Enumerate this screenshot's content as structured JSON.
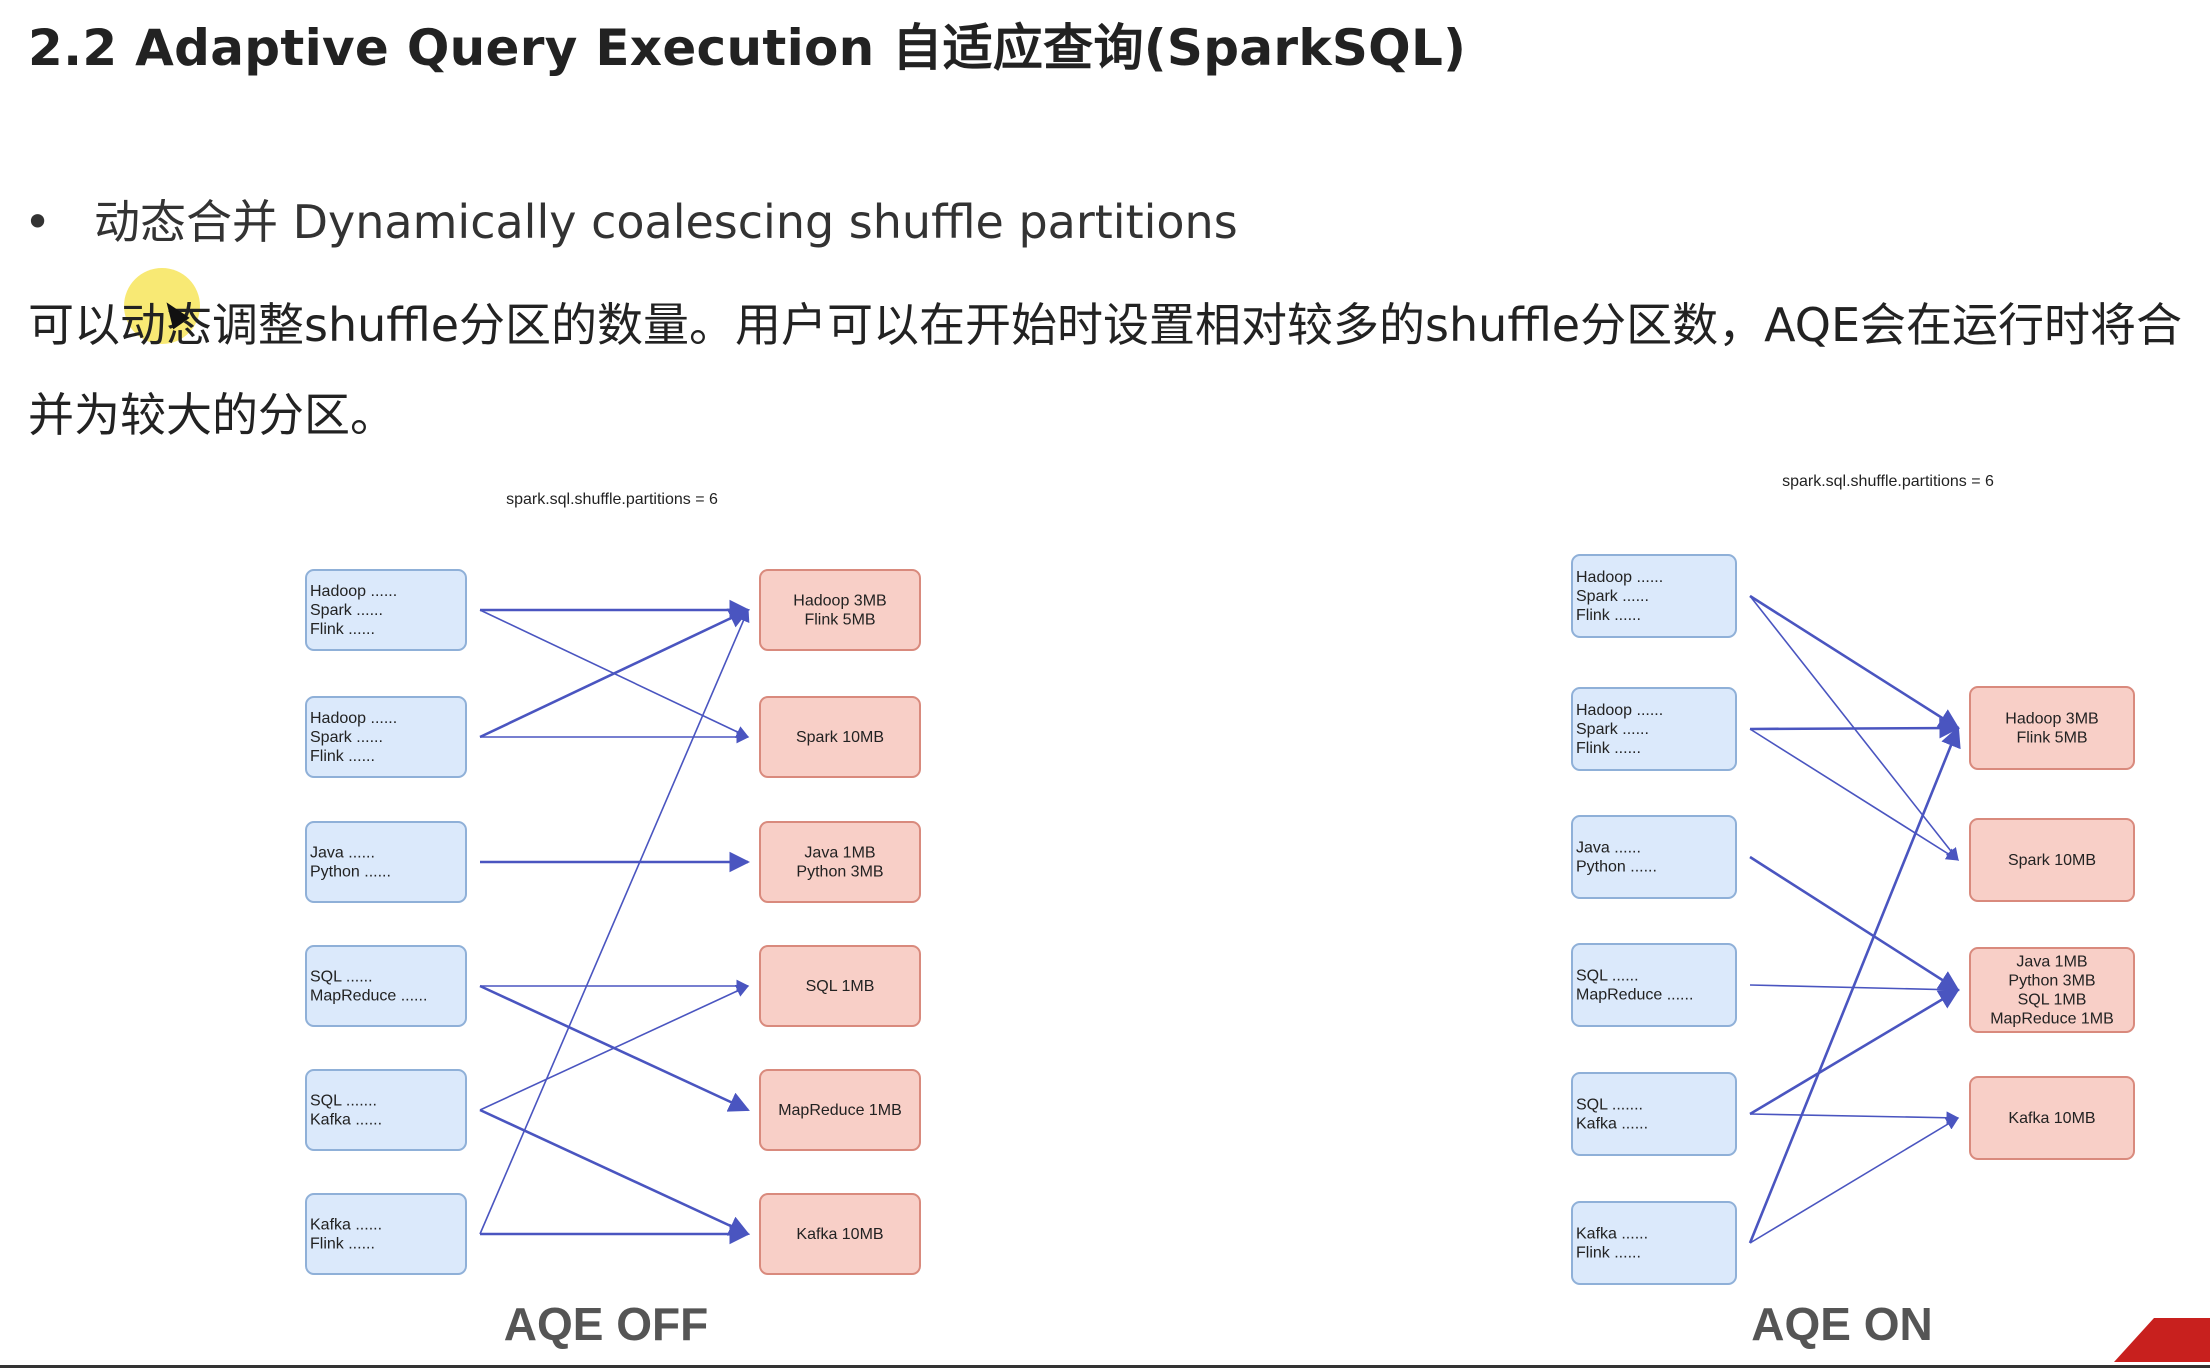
{
  "slide": {
    "title": "2.2 Adaptive Query Execution 自适应查询(SparkSQL)",
    "bullet": "动态合并 Dynamically coalescing shuffle partitions",
    "paragraph": "可以动态调整shuffle分区的数量。用户可以在开始时设置相对较多的shuffle分区数，AQE会在运行时将合并为较大的分区。"
  },
  "diagrams": [
    {
      "caption_top": "spark.sql.shuffle.partitions = 6",
      "label": "AQE OFF",
      "sources": [
        [
          "Hadoop ......",
          "Spark ......",
          "Flink ......"
        ],
        [
          "Hadoop ......",
          "Spark ......",
          "Flink ......"
        ],
        [
          "Java ......",
          "Python ......"
        ],
        [
          "SQL ......",
          "MapReduce ......"
        ],
        [
          "SQL .......",
          "Kafka ......"
        ],
        [
          "Kafka ......",
          "Flink ......"
        ]
      ],
      "targets": [
        [
          "Hadoop 3MB",
          "Flink 5MB"
        ],
        [
          "Spark 10MB"
        ],
        [
          "Java 1MB",
          "Python 3MB"
        ],
        [
          "SQL 1MB"
        ],
        [
          "MapReduce 1MB"
        ],
        [
          "Kafka 10MB"
        ]
      ],
      "edges": [
        [
          0,
          0
        ],
        [
          0,
          1
        ],
        [
          1,
          0
        ],
        [
          1,
          1
        ],
        [
          2,
          2
        ],
        [
          3,
          3
        ],
        [
          3,
          4
        ],
        [
          4,
          3
        ],
        [
          4,
          5
        ],
        [
          5,
          0
        ],
        [
          5,
          5
        ]
      ]
    },
    {
      "caption_top": "spark.sql.shuffle.partitions = 6",
      "label": "AQE ON",
      "sources": [
        [
          "Hadoop ......",
          "Spark ......",
          "Flink ......"
        ],
        [
          "Hadoop ......",
          "Spark ......",
          "Flink ......"
        ],
        [
          "Java ......",
          "Python ......"
        ],
        [
          "SQL ......",
          "MapReduce ......"
        ],
        [
          "SQL .......",
          "Kafka ......"
        ],
        [
          "Kafka ......",
          "Flink ......"
        ]
      ],
      "targets": [
        [
          "Hadoop 3MB",
          "Flink 5MB"
        ],
        [
          "Spark 10MB"
        ],
        [
          "Java 1MB",
          "Python 3MB",
          "SQL 1MB",
          "MapReduce 1MB"
        ],
        [
          "Kafka 10MB"
        ]
      ],
      "edges": [
        [
          0,
          0
        ],
        [
          0,
          1
        ],
        [
          1,
          0
        ],
        [
          1,
          1
        ],
        [
          2,
          2
        ],
        [
          3,
          2
        ],
        [
          4,
          2
        ],
        [
          4,
          3
        ],
        [
          5,
          0
        ],
        [
          5,
          3
        ]
      ]
    }
  ],
  "colors": {
    "source_fill": "#dbe9fb",
    "target_fill": "#f8cfc7",
    "edge": "#4a55c0",
    "accent": "#c8201e"
  }
}
